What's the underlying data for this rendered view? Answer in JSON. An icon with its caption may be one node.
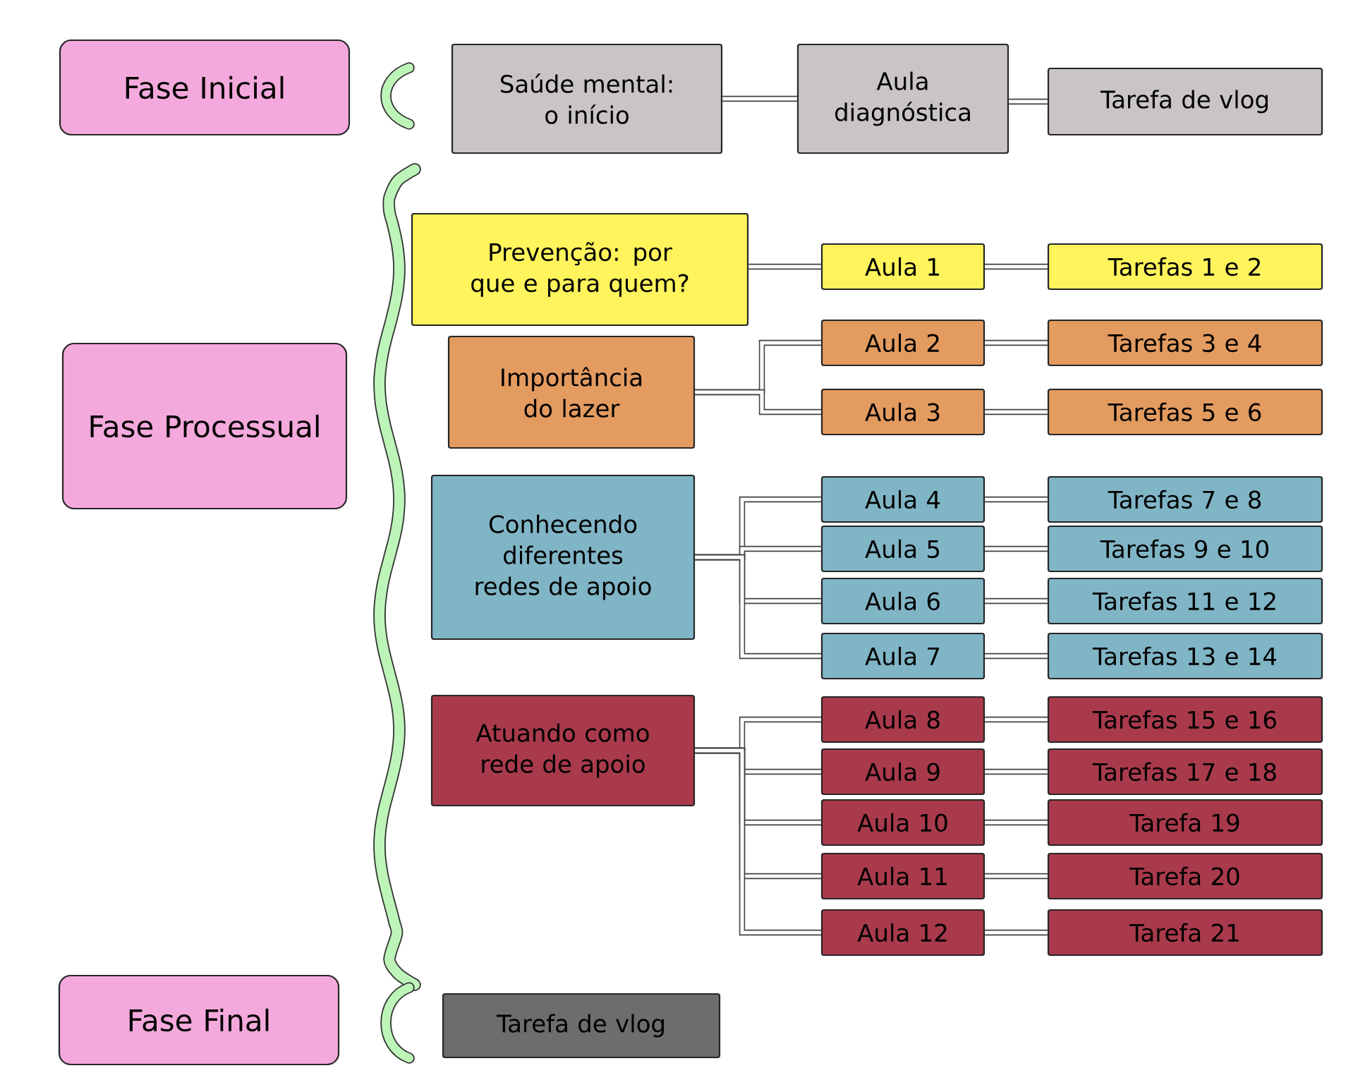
{
  "diagram": {
    "nodes": [
      {
        "text": [
          "Fase Inicial"
        ]
      },
      {
        "text": [
          "Saúde mental: o início"
        ]
      },
      {
        "text": [
          "Aula diagnóstica"
        ]
      },
      {
        "text": [
          "Tarefa de vlog"
        ]
      },
      {
        "text": [
          "Fase Processual"
        ]
      },
      {
        "text": [
          "Prevenção: por que e para quem?"
        ]
      },
      {
        "text": [
          "Aula 1"
        ]
      },
      {
        "text": [
          "Tarefas 1 e 2"
        ]
      },
      {
        "text": [
          "Importância do lazer"
        ]
      },
      {
        "text": [
          "Aula 2"
        ]
      },
      {
        "text": [
          "Tarefas 3 e 4"
        ]
      },
      {
        "text": [
          "Aula 3"
        ]
      },
      {
        "text": [
          "Tarefas 5 e 6"
        ]
      },
      {
        "text": [
          "Conhecendo diferentes redes de apoio"
        ]
      },
      {
        "text": [
          "Aula 4"
        ]
      },
      {
        "text": [
          "Tarefas 7 e 8"
        ]
      },
      {
        "text": [
          "Aula 5"
        ]
      },
      {
        "text": [
          "Tarefas 9 e 10"
        ]
      },
      {
        "text": [
          "Aula 6"
        ]
      },
      {
        "text": [
          "Tarefas 11 e 12"
        ]
      },
      {
        "text": [
          "Aula 7"
        ]
      },
      {
        "text": [
          "Tarefas 13 e 14"
        ]
      },
      {
        "text": [
          "Atuando como rede de apoio"
        ]
      },
      {
        "text": [
          "Aula 8"
        ]
      },
      {
        "text": [
          "Tarefas 15 e 16"
        ]
      },
      {
        "text": [
          "Aula 9"
        ]
      },
      {
        "text": [
          "Tarefas 17 e 18"
        ]
      },
      {
        "text": [
          "Aula 10"
        ]
      },
      {
        "text": [
          "Tarefa 19"
        ]
      },
      {
        "text": [
          "Aula 11"
        ]
      },
      {
        "text": [
          "Tarefa 20"
        ]
      },
      {
        "text": [
          "Aula 12"
        ]
      },
      {
        "text": [
          "Tarefa 21"
        ]
      },
      {
        "text": [
          "Fase Final"
        ]
      },
      {
        "text": [
          "Tarefa de vlog"
        ]
      }
    ],
    "edges": [
      {
        "from": 1,
        "to": 2,
        "arrow": "none"
      },
      {
        "from": 2,
        "to": 3,
        "arrow": "none"
      },
      {
        "from": 5,
        "to": 6,
        "arrow": "none"
      },
      {
        "from": 6,
        "to": 7,
        "arrow": "none"
      },
      {
        "from": 8,
        "to": 9,
        "arrow": "none"
      },
      {
        "from": 8,
        "to": 11,
        "arrow": "none"
      },
      {
        "from": 9,
        "to": 10,
        "arrow": "none"
      },
      {
        "from": 11,
        "to": 12,
        "arrow": "none"
      },
      {
        "from": 13,
        "to": 14,
        "arrow": "none"
      },
      {
        "from": 13,
        "to": 16,
        "arrow": "none"
      },
      {
        "from": 13,
        "to": 18,
        "arrow": "none"
      },
      {
        "from": 13,
        "to": 20,
        "arrow": "none"
      },
      {
        "from": 14,
        "to": 15,
        "arrow": "none"
      },
      {
        "from": 16,
        "to": 17,
        "arrow": "none"
      },
      {
        "from": 18,
        "to": 19,
        "arrow": "none"
      },
      {
        "from": 20,
        "to": 21,
        "arrow": "none"
      },
      {
        "from": 22,
        "to": 23,
        "arrow": "none"
      },
      {
        "from": 22,
        "to": 25,
        "arrow": "none"
      },
      {
        "from": 22,
        "to": 27,
        "arrow": "none"
      },
      {
        "from": 22,
        "to": 29,
        "arrow": "none"
      },
      {
        "from": 22,
        "to": 31,
        "arrow": "none"
      },
      {
        "from": 23,
        "to": 24,
        "arrow": "none"
      },
      {
        "from": 25,
        "to": 26,
        "arrow": "none"
      },
      {
        "from": 27,
        "to": 28,
        "arrow": "none"
      },
      {
        "from": 29,
        "to": 30,
        "arrow": "none"
      },
      {
        "from": 31,
        "to": 32,
        "arrow": "none"
      }
    ]
  }
}
